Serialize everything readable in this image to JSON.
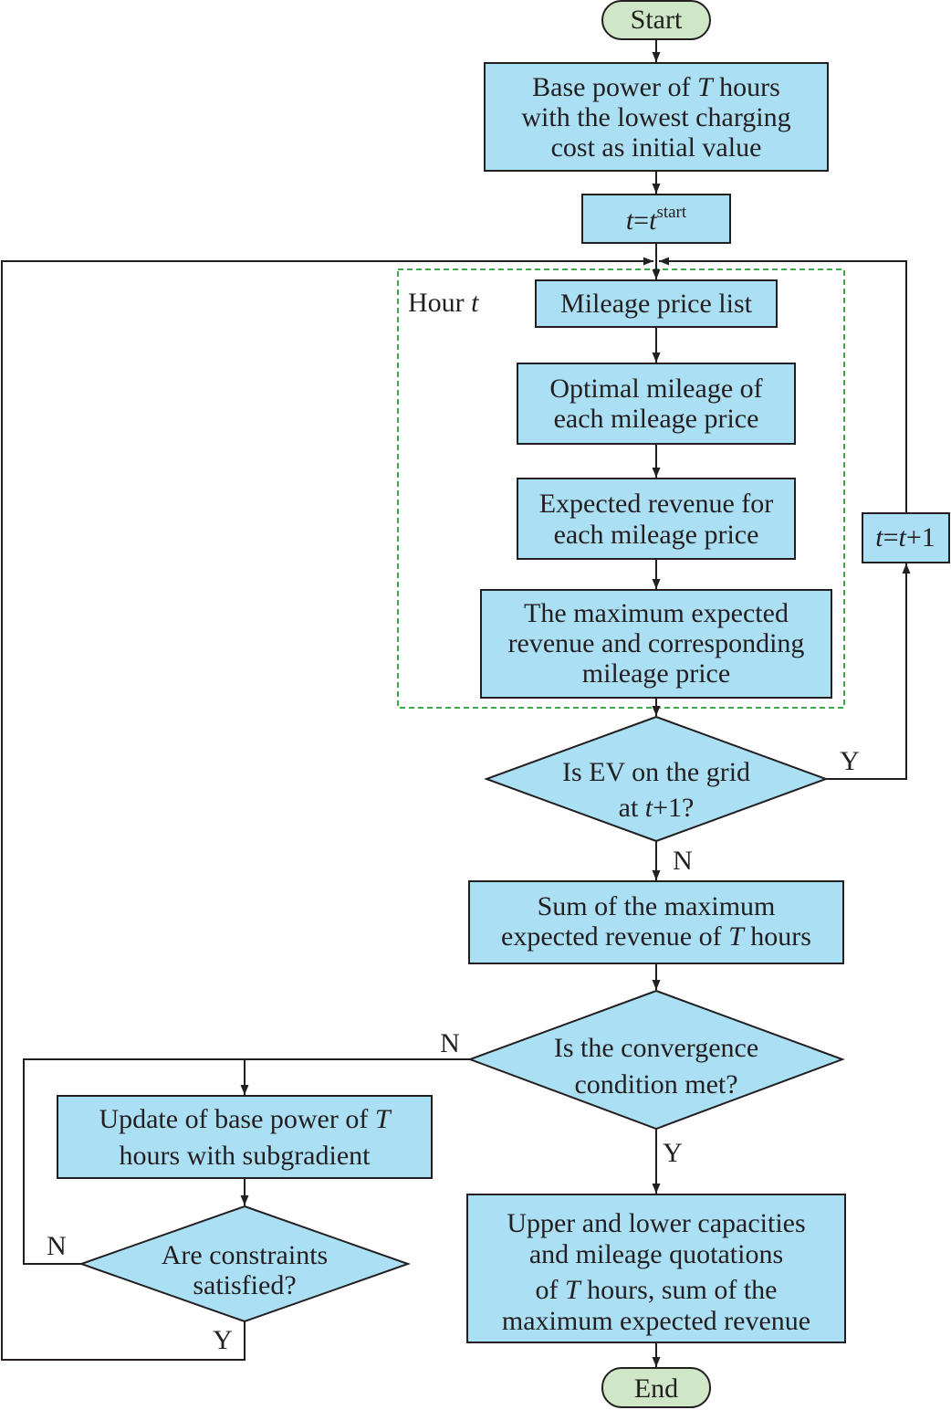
{
  "diagram": {
    "start": "Start",
    "end": "End",
    "init": {
      "lines": [
        [
          "Base power of ",
          "T",
          " hours"
        ],
        [
          "with the lowest charging"
        ],
        [
          "cost as initial value"
        ]
      ]
    },
    "t_start": {
      "t1": "t",
      "eq": "=",
      "t2": "t",
      "sup": "start"
    },
    "hour_label": {
      "prefix": "Hour ",
      "var": "t"
    },
    "mileage_list": "Mileage price list",
    "optimal_mileage": [
      "Optimal mileage of",
      "each mileage price"
    ],
    "expected_revenue": [
      "Expected revenue for",
      "each mileage price"
    ],
    "max_revenue": [
      "The maximum expected",
      "revenue and corresponding",
      "mileage price"
    ],
    "ev_on_grid": {
      "line1": "Is EV on the grid",
      "line2": [
        "at ",
        "t",
        "+1?"
      ]
    },
    "t_increment": {
      "t1": "t",
      "eq": "=",
      "t2": "t",
      "rest": "+1"
    },
    "sum_revenue": {
      "line1": "Sum of the maximum",
      "line2": [
        "expected revenue of ",
        "T",
        " hours"
      ]
    },
    "convergence": [
      "Is the convergence",
      "condition met?"
    ],
    "update_power": {
      "line1": [
        "Update of base power of ",
        "T"
      ],
      "line2": "hours with subgradient"
    },
    "constraints": [
      "Are constraints",
      "satisfied?"
    ],
    "result": {
      "lines": [
        [
          "Upper and lower capacities"
        ],
        [
          "and mileage quotations"
        ],
        [
          "of ",
          "T",
          " hours, sum of the"
        ],
        [
          "maximum expected revenue"
        ]
      ]
    },
    "edge_labels": {
      "ev_yes": "Y",
      "ev_no": "N",
      "conv_no": "N",
      "conv_yes": "Y",
      "cons_no": "N",
      "cons_yes": "Y"
    }
  },
  "colors": {
    "process_fill": "#aadff4",
    "terminal_fill": "#cfe7c6",
    "stroke": "#231f20",
    "group_border": "#3aaa48"
  }
}
